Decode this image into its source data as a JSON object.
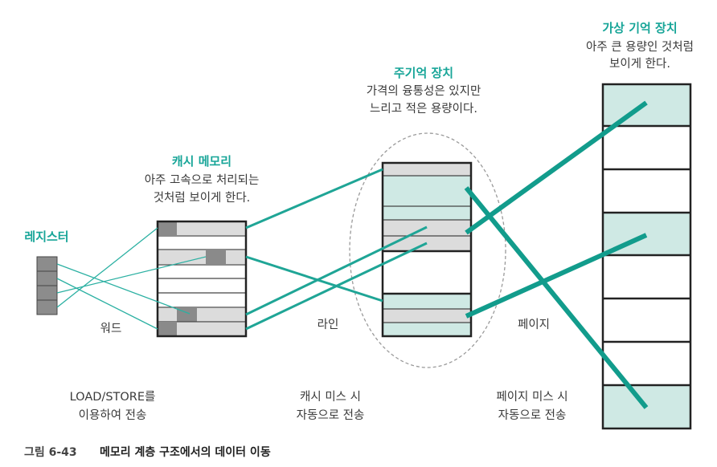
{
  "virtual": {
    "title": "가상 기억 장치",
    "desc": [
      "아주 큰 용량인 것처럼",
      "보이게 한다."
    ]
  },
  "main": {
    "title": "주기억 장치",
    "desc": [
      "가격의 융통성은 있지만",
      "느리고 적은 용량이다."
    ]
  },
  "cache": {
    "title": "캐시 메모리",
    "desc": [
      "아주 고속으로 처리되는",
      "것처럼 보이게 한다."
    ]
  },
  "register": {
    "title": "레지스터"
  },
  "units": {
    "word": "워드",
    "line": "라인",
    "page": "페이지"
  },
  "transfers": {
    "load_store": [
      "LOAD/STORE를",
      "이용하여 전송"
    ],
    "cache_miss": [
      "캐시 미스 시",
      "자동으로 전송"
    ],
    "page_miss": [
      "페이지 미스 시",
      "자동으로 전송"
    ]
  },
  "caption": {
    "prefix": "그림 6-43",
    "text": "메모리 계층 구조에서의 데이터 이동"
  },
  "colors": {
    "accent": "#17a598",
    "line": "#129c8c",
    "highlight": "#cfe9e4",
    "gray": "#dcdcdc"
  }
}
